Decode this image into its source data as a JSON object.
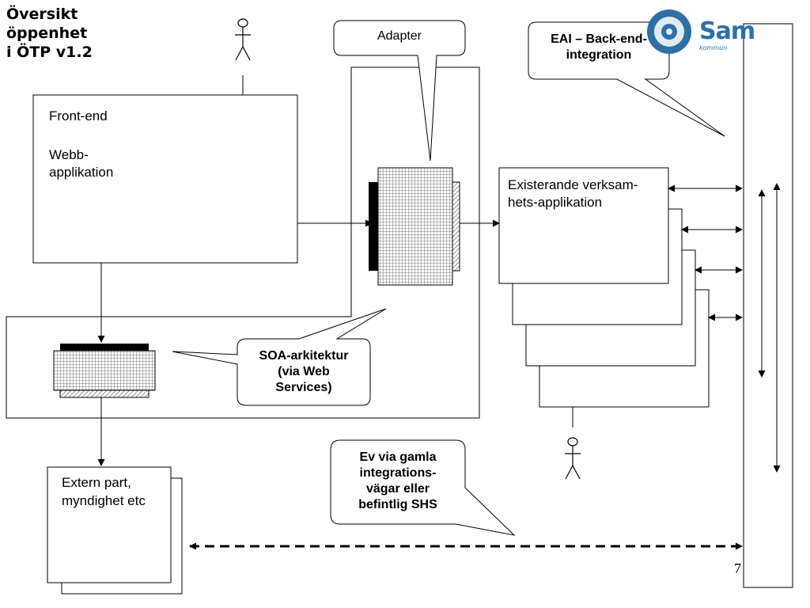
{
  "title": {
    "line1": "Översikt",
    "line2": "öppenhet",
    "line3": "i ÖTP v1.2"
  },
  "logo": {
    "text": "Sam",
    "subtext": "kommun"
  },
  "frontend": {
    "line1": "Front-end",
    "line2": "Webb-",
    "line3": "applikation"
  },
  "adapter_callout": "Adapter",
  "eai_callout": {
    "line1": "EAI – Back-end-",
    "line2": "integration"
  },
  "existing_app": {
    "line1": "Existerande verksam-",
    "line2": "hets-applikation"
  },
  "soa_callout": {
    "line1": "SOA-arkitektur",
    "line2": "(via Web",
    "line3": "Services)"
  },
  "extern": {
    "line1": "Extern part,",
    "line2": "myndighet etc"
  },
  "ev_callout": {
    "line1": "Ev via gamla",
    "line2": "integrations-",
    "line3": "vägar eller",
    "line4": "befintlig SHS"
  },
  "page_number": "7"
}
